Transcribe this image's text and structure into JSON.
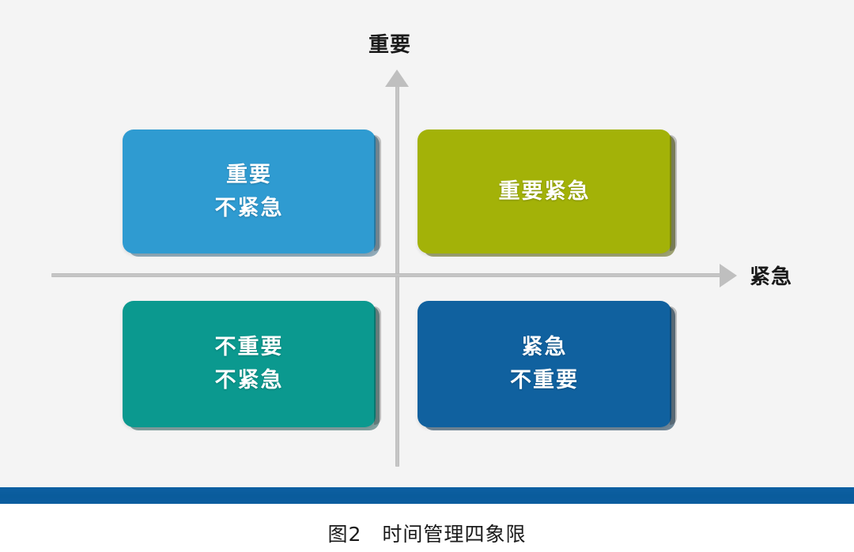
{
  "figure": {
    "caption": "图2　时间管理四象限",
    "caption_number": "图2",
    "caption_title": "时间管理四象限"
  },
  "axes": {
    "y_label": "重要",
    "x_label": "紧急",
    "y_arrow": "arrow-up-icon",
    "x_arrow": "arrow-right-icon",
    "axis_color": "#bfbfbf"
  },
  "background": {
    "panel_color": "#f4f4f4",
    "page_color": "#ffffff",
    "rule_color": "#0b5d9e"
  },
  "chart_data": {
    "type": "table",
    "title": "时间管理四象限",
    "xlabel": "紧急",
    "ylabel": "重要",
    "quadrants": [
      {
        "position": "top-left",
        "lines": [
          "重要",
          "不紧急"
        ],
        "color": "#2f9bd1"
      },
      {
        "position": "top-right",
        "lines": [
          "重要紧急"
        ],
        "color": "#a3b208"
      },
      {
        "position": "bottom-left",
        "lines": [
          "不重要",
          "不紧急"
        ],
        "color": "#0b998f"
      },
      {
        "position": "bottom-right",
        "lines": [
          "紧急",
          "不重要"
        ],
        "color": "#10619f"
      }
    ]
  }
}
